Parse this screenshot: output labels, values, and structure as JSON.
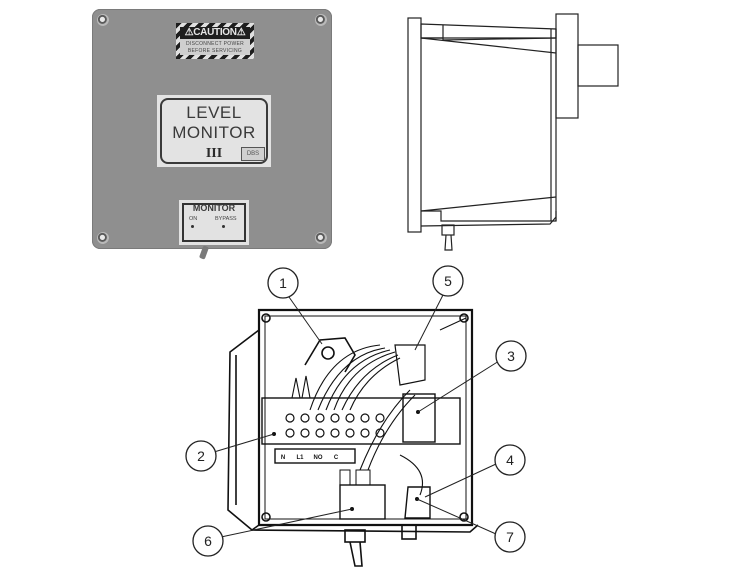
{
  "figure": {
    "front_view": {
      "caution_label": {
        "title": "⚠CAUTION⚠",
        "line1": "DISCONNECT POWER",
        "line2": "BEFORE SERVICING"
      },
      "main_label": {
        "line1": "LEVEL",
        "line2": "MONITOR",
        "model": "III",
        "brand_logo": "DBS"
      },
      "bypass_label": {
        "title": "MONITOR",
        "option_left": "ON",
        "option_right": "BYPASS"
      },
      "panel_color": "#8f8f8f"
    },
    "side_view": {
      "name": "enclosure side profile"
    },
    "interior_view": {
      "terminal_labels": [
        "N",
        "L1",
        "NO",
        "C"
      ],
      "callouts": [
        {
          "number": "1"
        },
        {
          "number": "2"
        },
        {
          "number": "3"
        },
        {
          "number": "4"
        },
        {
          "number": "5"
        },
        {
          "number": "6"
        },
        {
          "number": "7"
        }
      ]
    }
  }
}
